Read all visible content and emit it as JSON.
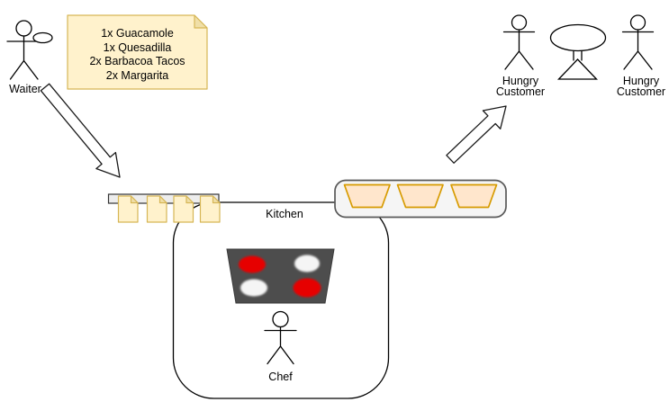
{
  "diagram": {
    "waiter": {
      "label": "Waiter"
    },
    "order_note": {
      "lines": [
        "1x Guacamole",
        "1x Quesadilla",
        "2x Barbacoa Tacos",
        "2x Margarita"
      ]
    },
    "kitchen": {
      "label": "Kitchen"
    },
    "chef": {
      "label": "Chef"
    },
    "customers": [
      {
        "label_line1": "Hungry",
        "label_line2": "Customer"
      },
      {
        "label_line1": "Hungry",
        "label_line2": "Customer"
      }
    ],
    "ticket_count": 4,
    "tray_count": 3,
    "colors": {
      "note_fill": "#FFF2CC",
      "note_fold": "#F0DFA8",
      "note_stroke": "#D6B656",
      "tray_fill": "#FFE6CC",
      "tray_stroke": "#D79B00",
      "counter_fill": "#F5F5F5",
      "counter_stroke": "#595959",
      "rail_fill": "#EDEDED",
      "stove_fill": "#4D4D4D",
      "burner_hot": "#E60000",
      "burner_off": "#F5F5F5",
      "outline": "#000000"
    }
  }
}
